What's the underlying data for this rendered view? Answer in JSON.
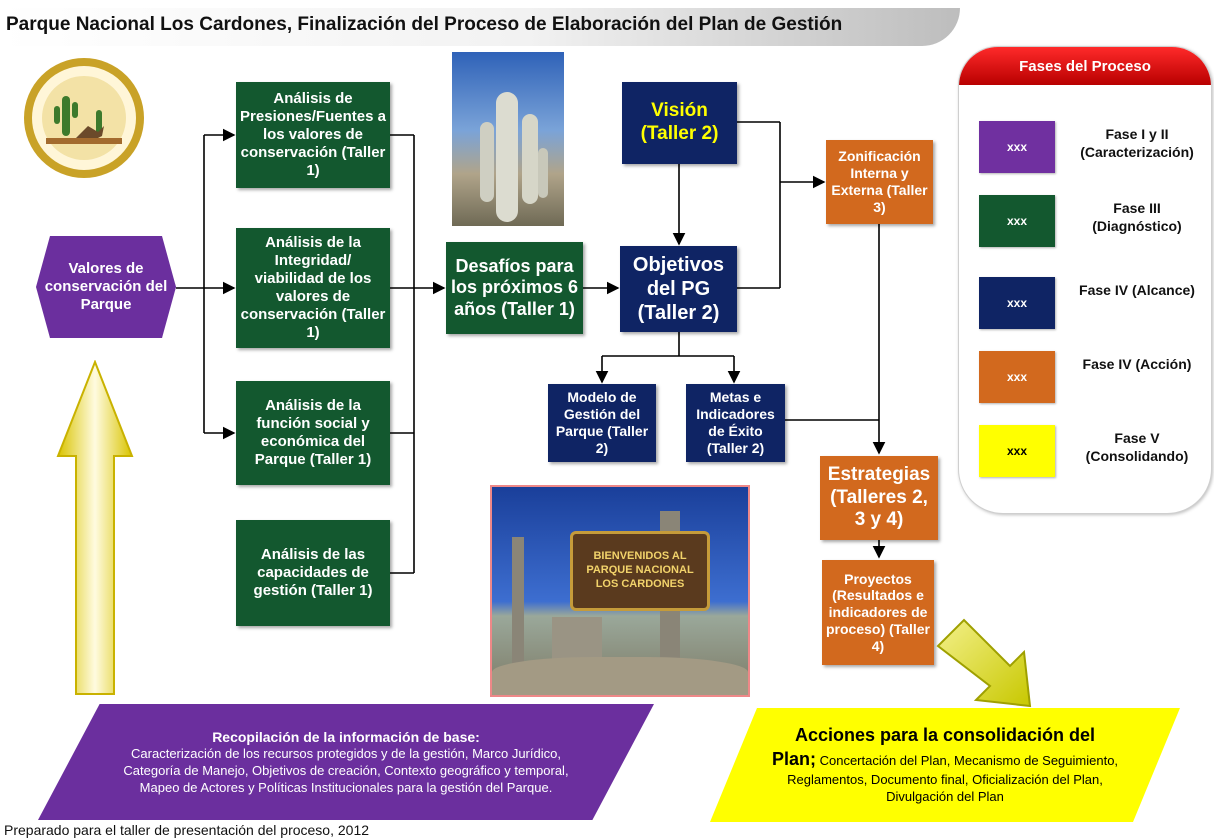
{
  "title": "Parque Nacional Los Cardones, Finalización del Proceso de Elaboración del Plan de Gestión",
  "nodes": {
    "valores": "Valores de conservación del Parque",
    "presiones": "Análisis de Presiones/Fuentes a los valores de conservación (Taller 1)",
    "integridad": "Análisis de la Integridad/ viabilidad de los valores de conservación (Taller 1)",
    "funcion": "Análisis de la función social y económica del Parque (Taller 1)",
    "capacidades": "Análisis de las capacidades de gestión (Taller 1)",
    "desafios": "Desafíos para los próximos 6 años (Taller 1)",
    "vision": "Visión (Taller 2)",
    "objetivos": "Objetivos del PG (Taller 2)",
    "modelo": "Modelo de Gestión del Parque (Taller 2)",
    "metas": "Metas e Indicadores de Éxito (Taller 2)",
    "zonificacion": "Zonificación Interna y Externa (Taller 3)",
    "estrategias": "Estrategias (Talleres 2, 3 y 4)",
    "proyectos": "Proyectos (Resultados e indicadores de proceso) (Taller 4)"
  },
  "legend": {
    "title": "Fases del Proceso",
    "items": [
      {
        "swatch": "xxx",
        "label": "Fase I y II (Caracterización)",
        "color": "#7030a0"
      },
      {
        "swatch": "xxx",
        "label": "Fase III (Diagnóstico)",
        "color": "#13582f"
      },
      {
        "swatch": "xxx",
        "label": "Fase IV (Alcance)",
        "color": "#0f2464"
      },
      {
        "swatch": "xxx",
        "label": "Fase IV (Acción)",
        "color": "#d2691e"
      },
      {
        "swatch": "xxx",
        "label": "Fase V (Consolidando)",
        "color": "#ffff00"
      }
    ]
  },
  "recopilacion": {
    "heading": "Recopilación de la información de base:",
    "text": "Caracterización de los recursos protegidos y de la gestión, Marco Jurídico, Categoría de Manejo, Objetivos de creación, Contexto geográfico y temporal, Mapeo de Actores y Políticas Institucionales para la gestión del Parque."
  },
  "acciones": {
    "heading": "Acciones para la consolidación del",
    "heading_tail": "Plan;",
    "text": "Concertación del Plan, Mecanismo de Seguimiento, Reglamentos, Documento final, Oficialización del Plan, Divulgación del Plan"
  },
  "sign": {
    "line1": "BIENVENIDOS AL",
    "line2": "PARQUE NACIONAL",
    "line3": "LOS CARDONES"
  },
  "footer": "Preparado para el taller de presentación del proceso, 2012",
  "colors": {
    "purple": "#6b2f9e",
    "green": "#13582f",
    "navy": "#0f2464",
    "orange": "#d2691e",
    "yellow": "#ffff00",
    "legend_red": "#e00000"
  }
}
